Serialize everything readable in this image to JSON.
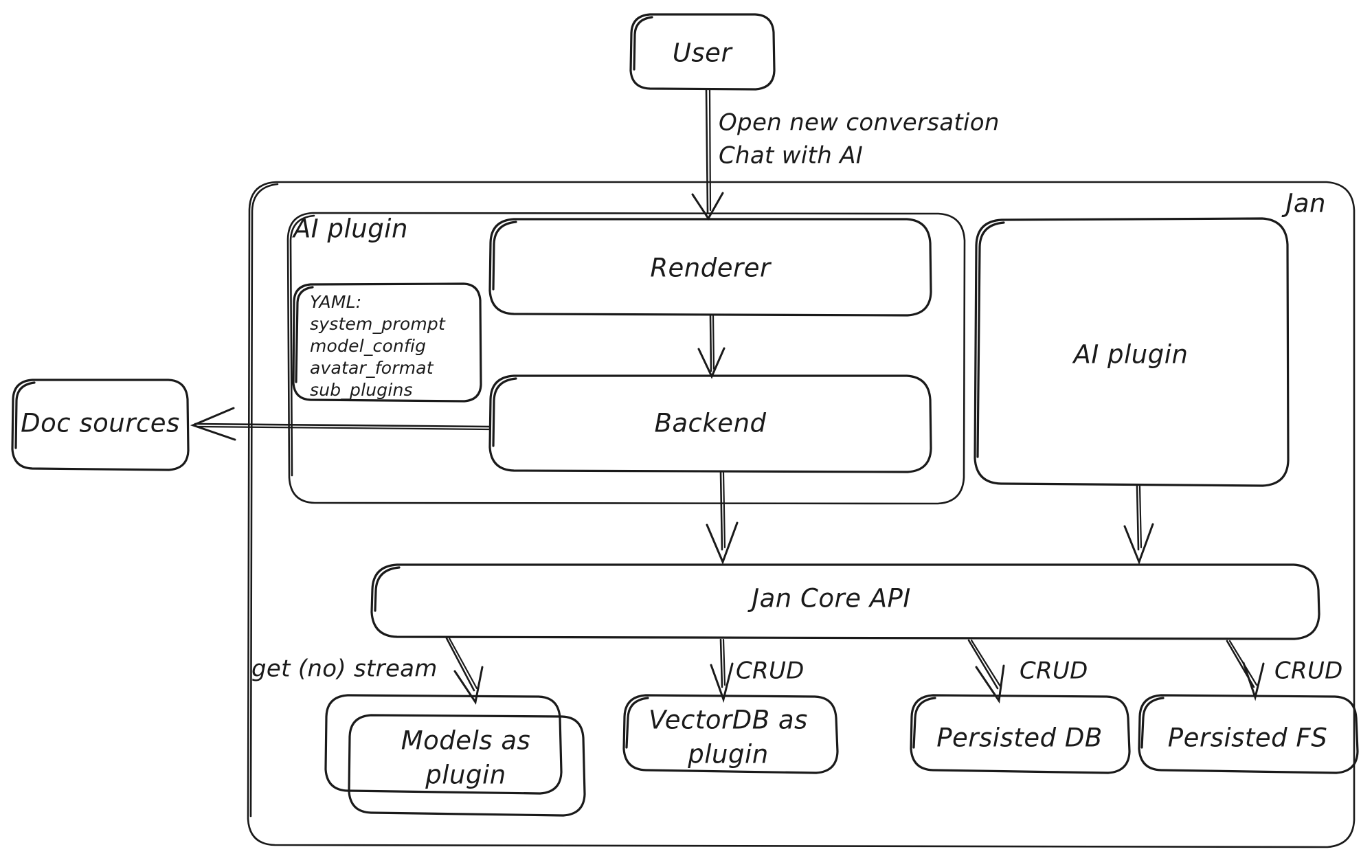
{
  "diagram": {
    "title": "Jan architecture diagram",
    "style": "hand-drawn excalidraw",
    "stroke_color": "#1a1a1a",
    "background_color": "#ffffff"
  },
  "actors": {
    "user": "User",
    "doc_sources": "Doc sources"
  },
  "containers": {
    "jan": "Jan",
    "ai_plugin_group": "AI plugin"
  },
  "nodes": {
    "renderer": "Renderer",
    "backend": "Backend",
    "ai_plugin": "AI plugin",
    "jan_core_api": "Jan Core API",
    "models_as_plugin_line1": "Models as",
    "models_as_plugin_line2": "plugin",
    "vectordb_line1": "VectorDB as",
    "vectordb_line2": "plugin",
    "persisted_db": "Persisted DB",
    "persisted_fs": "Persisted FS"
  },
  "yaml_card": {
    "header": "YAML:",
    "items": [
      "system_prompt",
      "model_config",
      "avatar_format",
      "sub_plugins"
    ]
  },
  "edge_labels": {
    "user_to_renderer_line1": "Open new conversation",
    "user_to_renderer_line2": "Chat with AI",
    "core_to_models": "get (no) stream",
    "core_to_vectordb": "CRUD",
    "core_to_db": "CRUD",
    "core_to_fs": "CRUD"
  }
}
